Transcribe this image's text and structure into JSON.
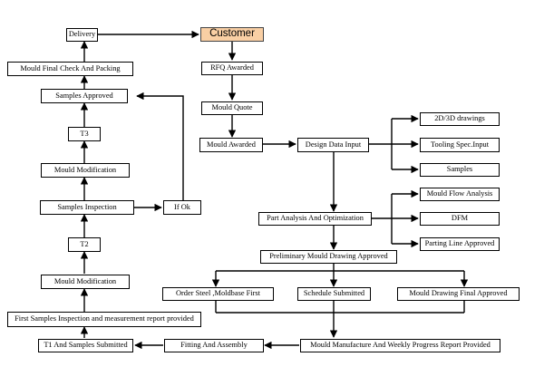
{
  "colors": {
    "customer_fill": "#f9cfa4",
    "line": "#000000"
  },
  "nodes": {
    "delivery": "Delivery",
    "customer": "Customer",
    "mould_final_check": "Mould Final Check And Packing",
    "rfq_awarded": "RFQ Awarded",
    "samples_approved": "Samples Approved",
    "mould_quote": "Mould Quote",
    "t3": "T3",
    "mould_awarded": "Mould Awarded",
    "design_data_input": "Design Data Input",
    "drawings_2d3d": "2D/3D drawings",
    "tooling_spec_input": "Tooling Spec.Input",
    "samples": "Samples",
    "mould_modification_top": "Mould Modification",
    "samples_inspection": "Samples Inspection",
    "if_ok": "If  Ok",
    "mould_flow_analysis": "Mould Flow Analysis",
    "part_analysis": "Part Analysis And Optimization",
    "dfm": "DFM",
    "t2": "T2",
    "parting_line_approved": "Parting Line Approved",
    "preliminary_drawing": "Preliminary Mould Drawing Approved",
    "mould_modification_bottom": "Mould Modification",
    "order_steel": "Order Steel ,Moldbase First",
    "schedule_submitted": "Schedule Submitted",
    "drawing_final_approved": "Mould Drawing Final Approved",
    "first_samples_inspection": "First Samples Inspection and measurement report provided",
    "t1_samples_submitted": "T1 And Samples Submitted",
    "fitting_assembly": "Fitting  And  Assembly",
    "mould_manufacture": "Mould  Manufacture And Weekly Progress Report Provided"
  }
}
